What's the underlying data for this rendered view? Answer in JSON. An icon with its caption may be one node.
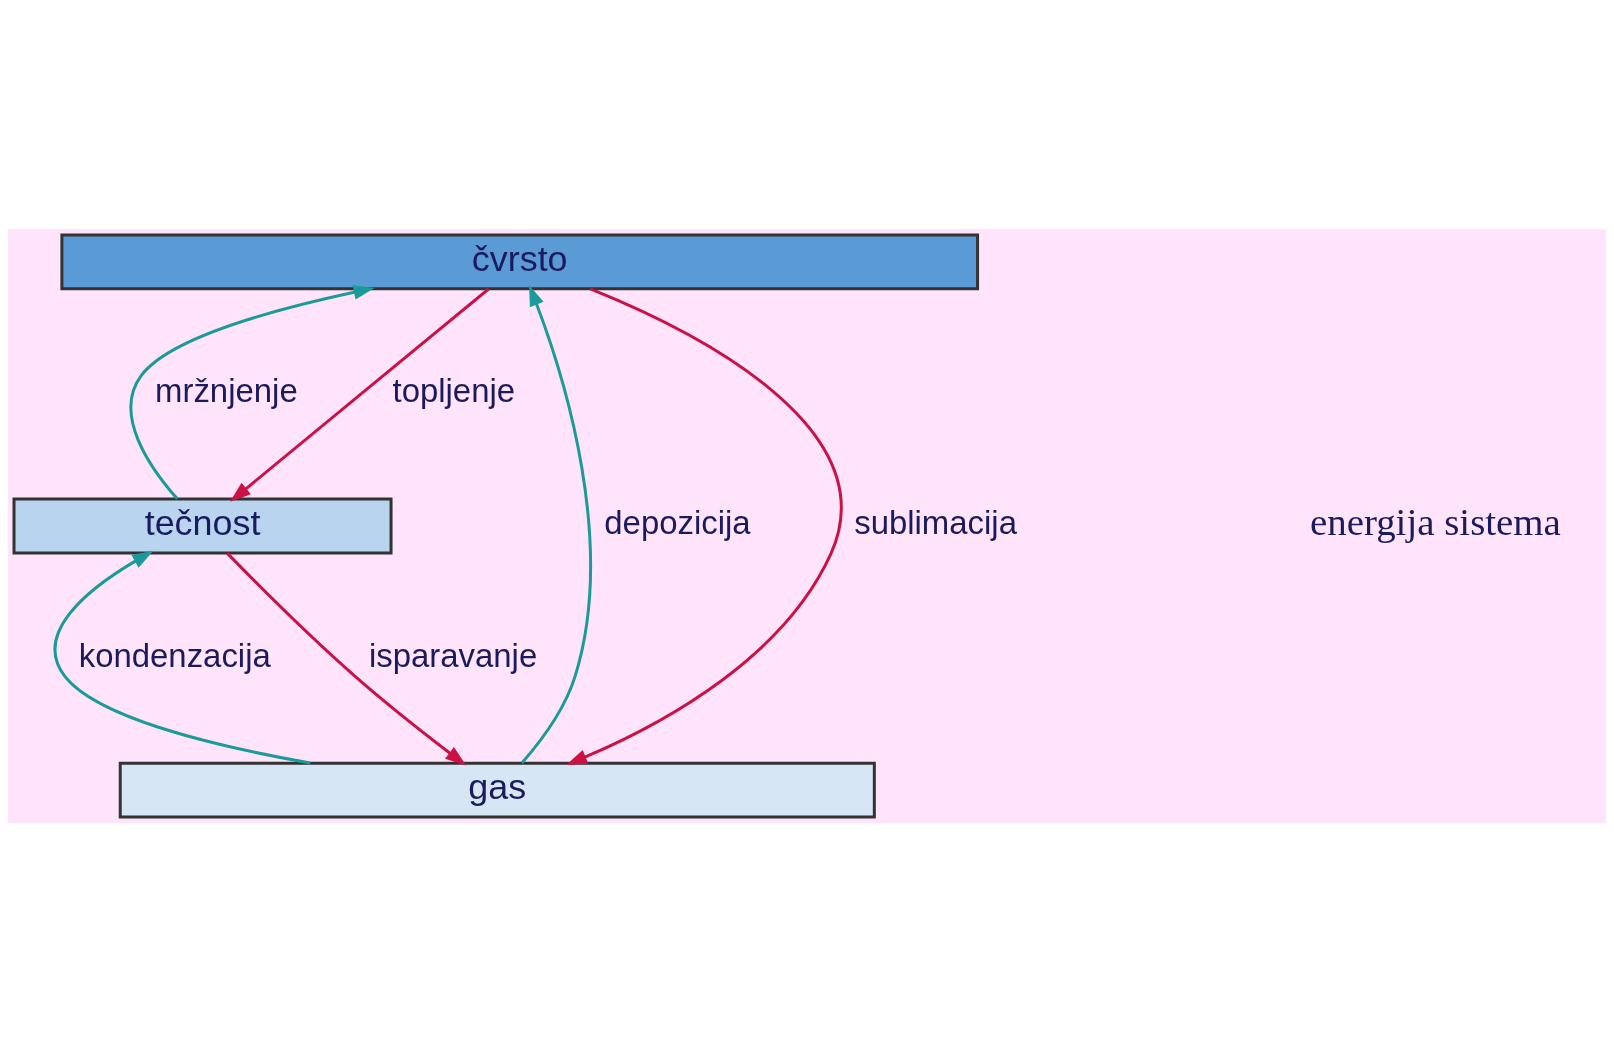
{
  "diagram": {
    "nodes": [
      {
        "text": [
          "gas"
        ]
      },
      {
        "text": [
          "tečnost"
        ]
      },
      {
        "text": [
          "čvrsto"
        ]
      }
    ],
    "edges": [
      {
        "from": 2,
        "to": 0,
        "arrow": "to",
        "label": "sublimacija",
        "color": "#cc1144"
      },
      {
        "from": 1,
        "to": 0,
        "arrow": "to",
        "label": "isparavanje",
        "color": "#cc1144"
      },
      {
        "from": 0,
        "to": 1,
        "arrow": "to",
        "label": "kondenzacija",
        "color": "#1a9a9a"
      },
      {
        "from": 0,
        "to": 2,
        "arrow": "to",
        "label": "depozicija",
        "color": "#1a9a9a"
      },
      {
        "from": 2,
        "to": 1,
        "arrow": "to",
        "label": "topljenje",
        "color": "#cc1144"
      },
      {
        "from": 1,
        "to": 2,
        "arrow": "to",
        "label": "mržnjenje",
        "color": "#1a9a9a"
      }
    ],
    "labels": [
      "energija sistema"
    ]
  }
}
